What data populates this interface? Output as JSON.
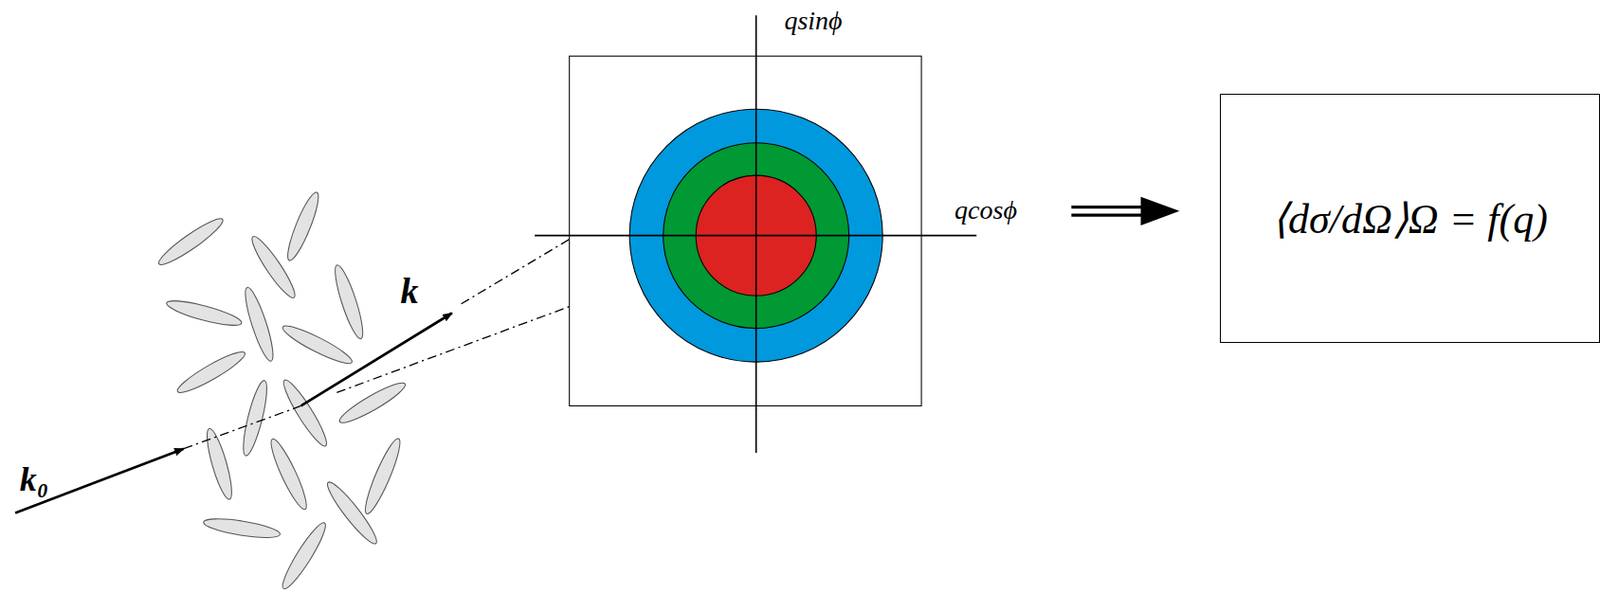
{
  "diagram": {
    "nodes": [
      {
        "text": [
          "⟨dσ/dΩ⟩Ω = f(q)"
        ]
      }
    ],
    "labels": [
      "k₀",
      "k",
      "qsinϕ",
      "qcosϕ"
    ]
  }
}
